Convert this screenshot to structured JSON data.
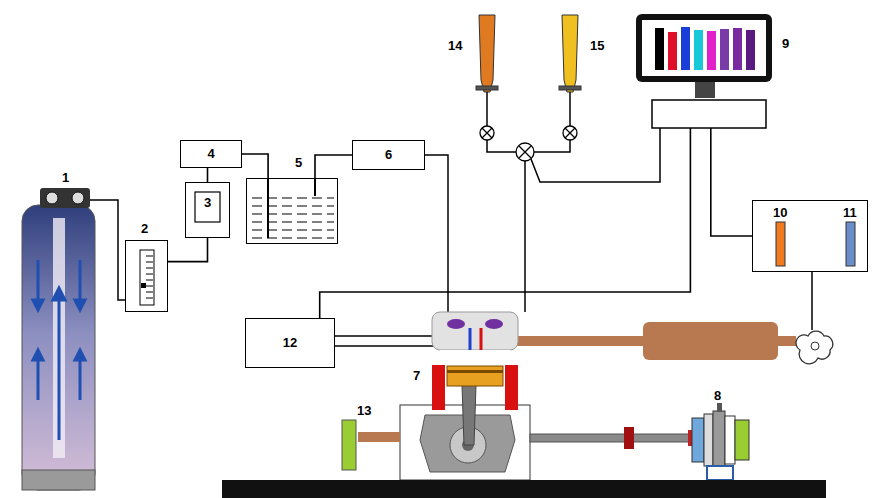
{
  "diagram": {
    "nodes": [
      {
        "text": [
          "2"
        ]
      },
      {
        "text": [
          "3"
        ]
      },
      {
        "text": [
          "4"
        ]
      },
      {
        "text": [
          "5"
        ]
      },
      {
        "text": [
          "6"
        ]
      },
      {
        "text": [
          "12"
        ]
      },
      {
        "text": [
          "9"
        ]
      },
      {
        "text": [
          "10",
          "11"
        ]
      }
    ],
    "edges": [
      {
        "from": 0,
        "to": 1,
        "arrow": "none"
      },
      {
        "from": 1,
        "to": 2,
        "arrow": "none"
      },
      {
        "from": 2,
        "to": 3,
        "arrow": "none"
      },
      {
        "from": 3,
        "to": 4,
        "arrow": "none"
      },
      {
        "from": 5,
        "to": 6,
        "arrow": "none"
      },
      {
        "from": 6,
        "to": 7,
        "arrow": "none"
      }
    ],
    "labels": [
      "1",
      "7",
      "8",
      "13",
      "14",
      "15"
    ]
  }
}
